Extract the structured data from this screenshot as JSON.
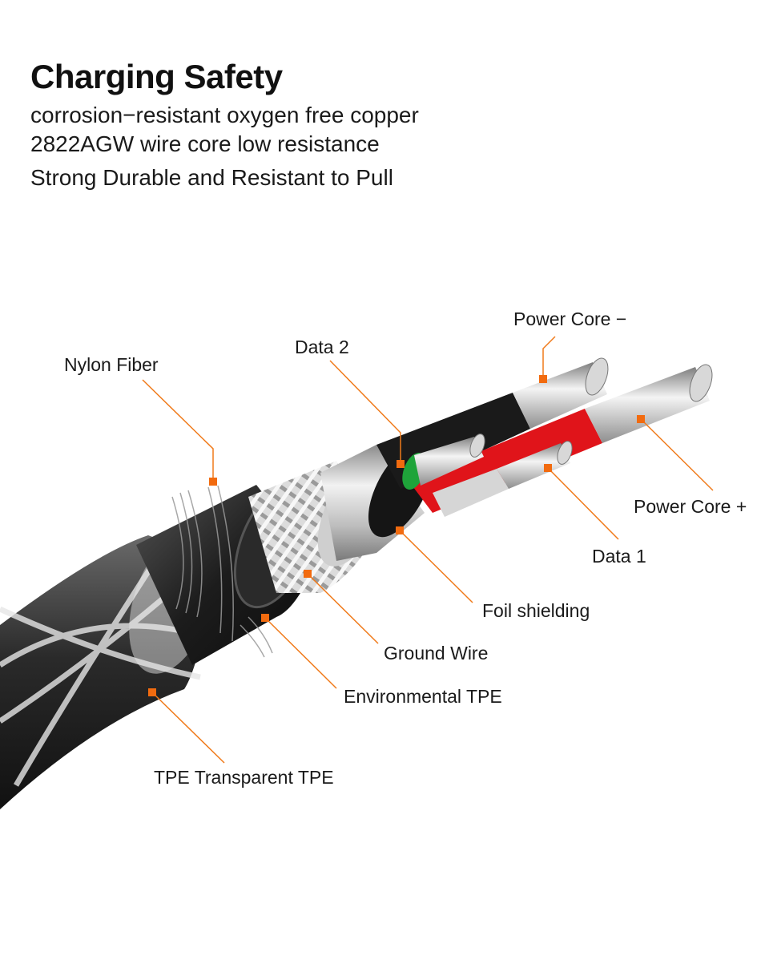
{
  "header": {
    "title": "Charging Safety",
    "line1": "corrosion−resistant oxygen free copper",
    "line2": "2822AGW wire core low resistance",
    "line3": "Strong Durable and Resistant to Pull"
  },
  "labels": {
    "power_core_minus": "Power Core −",
    "data2": "Data 2",
    "nylon_fiber": "Nylon Fiber",
    "power_core_plus": "Power Core +",
    "data1": "Data 1",
    "foil_shielding": "Foil shielding",
    "ground_wire": "Ground Wire",
    "environmental_tpe": "Environmental TPE",
    "transparent_tpe": "TPE  Transparent TPE"
  },
  "colors": {
    "leader": "#f07a1a",
    "marker": "#f26b0f",
    "power_minus_insulation": "#1a1a1a",
    "power_plus_insulation": "#e0141a",
    "data2_insulation": "#1fa43a",
    "data1_insulation": "#d6d6d6"
  }
}
